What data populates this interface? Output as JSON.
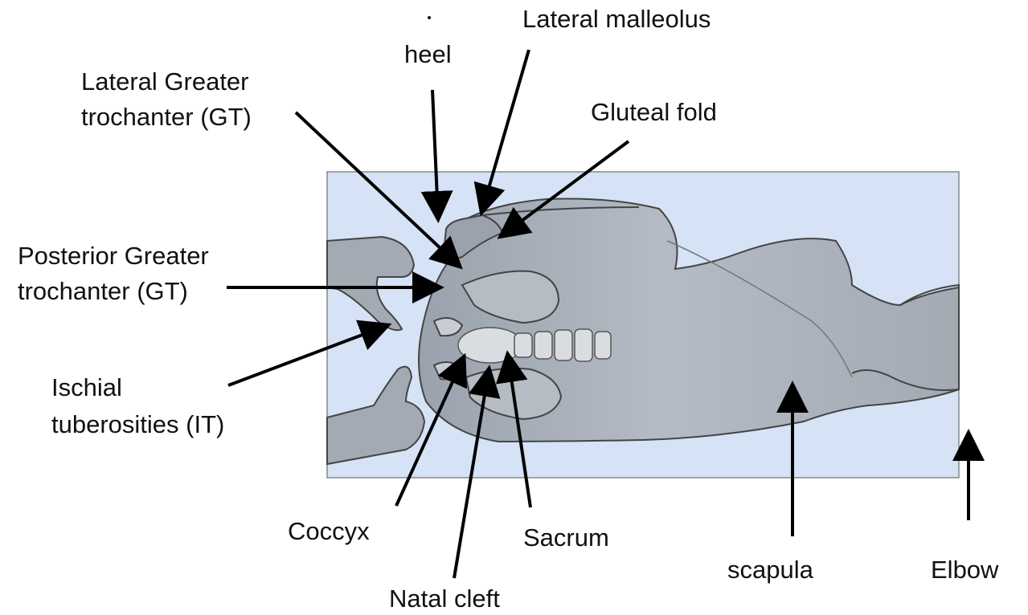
{
  "labels": {
    "heel": "heel",
    "lateral_malleolus": "Lateral malleolus",
    "lateral_gt": "Lateral Greater\ntrochanter (GT)",
    "gluteal_fold": "Gluteal fold",
    "posterior_gt": "Posterior Greater\ntrochanter (GT)",
    "ischial": "Ischial\ntuberosities (IT)",
    "coccyx": "Coccyx",
    "sacrum": "Sacrum",
    "natal_cleft": "Natal cleft",
    "scapula": "scapula",
    "elbow": "Elbow"
  },
  "colors": {
    "background_panel": "#d6e2f5",
    "body_fill": "#a6adb7",
    "outline": "#444444",
    "arrow": "#000000",
    "text": "#111111"
  }
}
